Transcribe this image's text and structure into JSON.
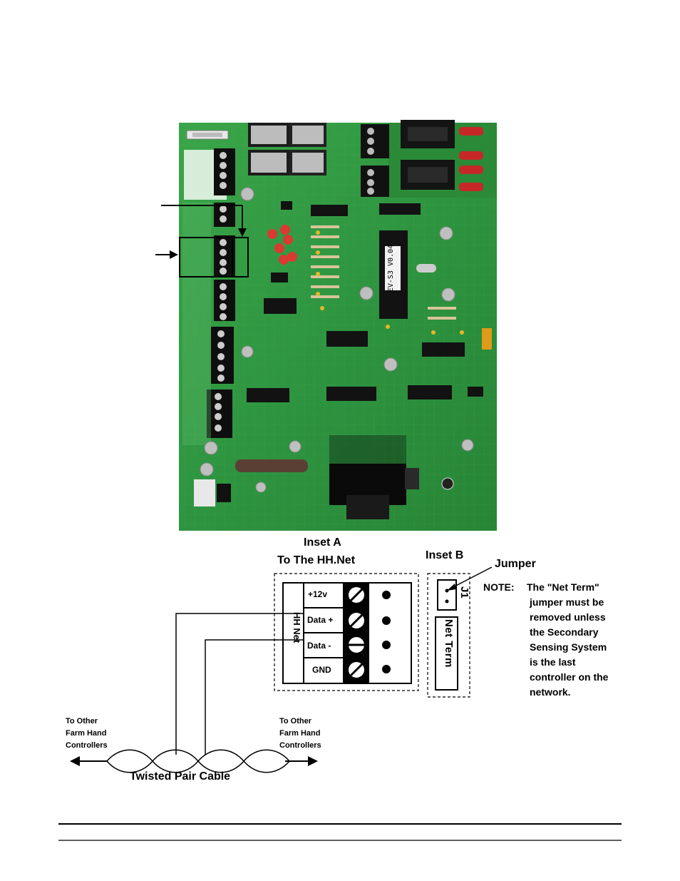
{
  "board": {
    "chip_label": "EV-S3 V0.04"
  },
  "inset_a": {
    "title": "Inset A",
    "subtitle": "To The HH.Net",
    "connector_label": "HH Net",
    "terminals": [
      "+12v",
      "Data +",
      "Data -",
      "GND"
    ]
  },
  "inset_b": {
    "title": "Inset B",
    "jumper_label": "Jumper",
    "header_label": "J1",
    "net_term_label": "Net Term"
  },
  "note": {
    "prefix": "NOTE:",
    "lines": [
      "The \"Net Term\"",
      "jumper must be",
      "removed unless",
      "the Secondary",
      "Sensing System",
      "is the last",
      "controller on the",
      "network."
    ]
  },
  "cable": {
    "left_label": [
      "To Other",
      "Farm Hand",
      "Controllers"
    ],
    "right_label": [
      "To Other",
      "Farm Hand",
      "Controllers"
    ],
    "caption": "Twisted Pair Cable"
  },
  "colors": {
    "pcb_green": "#2f8f3a",
    "relay_red": "#c62828",
    "relay_black": "#1a1a1a"
  }
}
